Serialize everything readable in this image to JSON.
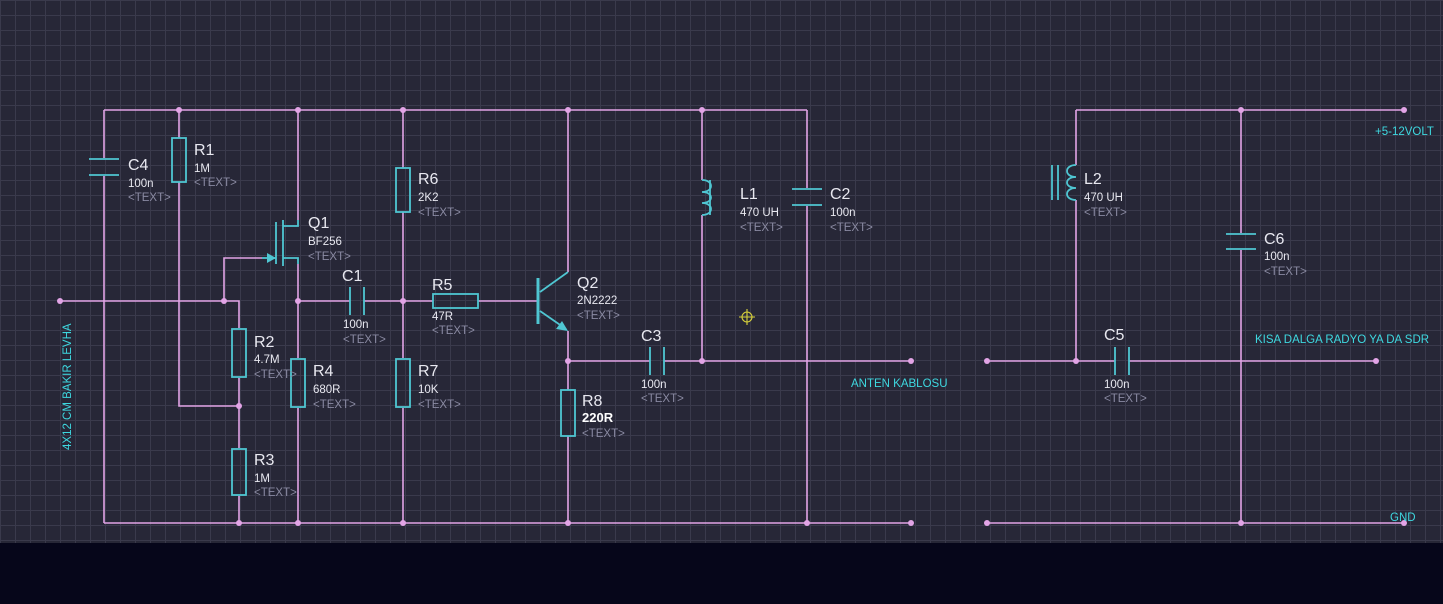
{
  "components": {
    "C4": {
      "ref": "C4",
      "value": "100n",
      "placeholder": "<TEXT>"
    },
    "R1": {
      "ref": "R1",
      "value": "1M",
      "placeholder": "<TEXT>"
    },
    "Q1": {
      "ref": "Q1",
      "value": "BF256",
      "placeholder": "<TEXT>"
    },
    "R2": {
      "ref": "R2",
      "value": "4.7M",
      "placeholder": "<TEXT>"
    },
    "R3": {
      "ref": "R3",
      "value": "1M",
      "placeholder": "<TEXT>"
    },
    "R4": {
      "ref": "R4",
      "value": "680R",
      "placeholder": "<TEXT>"
    },
    "C1": {
      "ref": "C1",
      "value": "100n",
      "placeholder": "<TEXT>"
    },
    "R6": {
      "ref": "R6",
      "value": "2K2",
      "placeholder": "<TEXT>"
    },
    "R5": {
      "ref": "R5",
      "value": "47R",
      "placeholder": "<TEXT>"
    },
    "R7": {
      "ref": "R7",
      "value": "10K",
      "placeholder": "<TEXT>"
    },
    "Q2": {
      "ref": "Q2",
      "value": "2N2222",
      "placeholder": "<TEXT>"
    },
    "R8": {
      "ref": "R8",
      "value": "220R",
      "placeholder": "<TEXT>"
    },
    "C3": {
      "ref": "C3",
      "value": "100n",
      "placeholder": "<TEXT>"
    },
    "L1": {
      "ref": "L1",
      "value": "470 UH",
      "placeholder": "<TEXT>"
    },
    "C2": {
      "ref": "C2",
      "value": "100n",
      "placeholder": "<TEXT>"
    },
    "L2": {
      "ref": "L2",
      "value": "470 UH",
      "placeholder": "<TEXT>"
    },
    "C6": {
      "ref": "C6",
      "value": "100n",
      "placeholder": "<TEXT>"
    },
    "C5": {
      "ref": "C5",
      "value": "100n",
      "placeholder": "<TEXT>"
    }
  },
  "nets": {
    "plate": "4X12 CM BAKIR LEVHA",
    "antenna": "ANTEN KABLOSU",
    "supply": "+5-12VOLT",
    "receiver": "KISA DALGA RADYO YA DA SDR",
    "ground": "GND"
  },
  "colors": {
    "wire": "#e2a4e6",
    "component": "#4fc6d2",
    "net_label": "#3ed8e0",
    "background": "#272737",
    "grid": "#3a3a4c",
    "cursor": "#d8d23c"
  }
}
